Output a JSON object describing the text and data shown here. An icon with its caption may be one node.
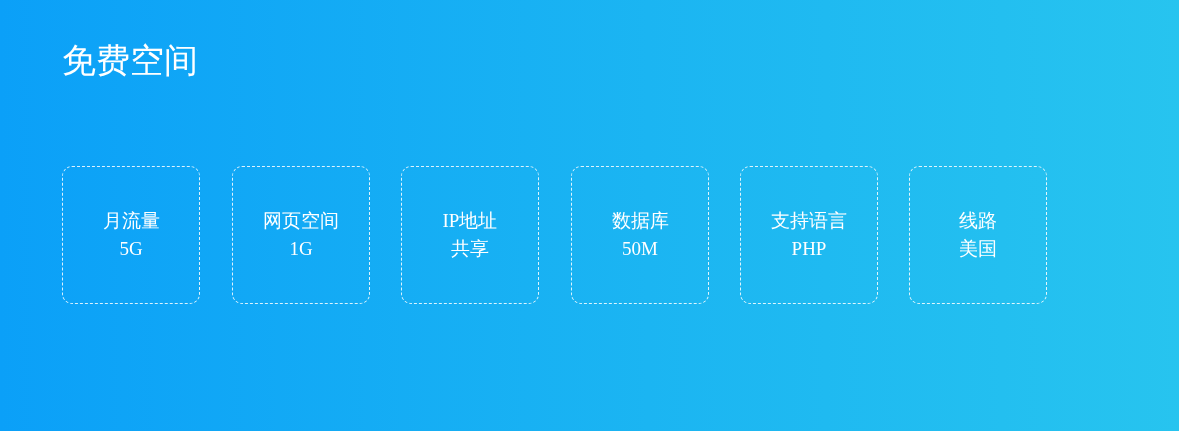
{
  "diagram": {
    "title": "免费空间",
    "nodes": [
      {
        "text": [
          "月流量",
          "5G"
        ]
      },
      {
        "text": [
          "网页空间",
          "1G"
        ]
      },
      {
        "text": [
          "IP地址",
          "共享"
        ]
      },
      {
        "text": [
          "数据库",
          "50M"
        ]
      },
      {
        "text": [
          "支持语言",
          "PHP"
        ]
      },
      {
        "text": [
          "线路",
          "美国"
        ]
      }
    ]
  }
}
